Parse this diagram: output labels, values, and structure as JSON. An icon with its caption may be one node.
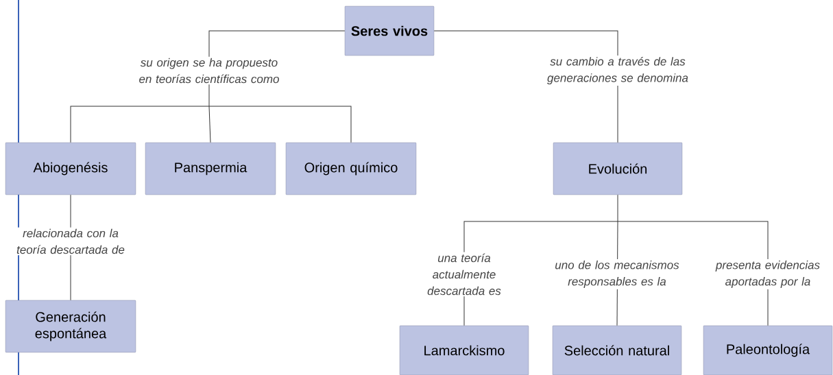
{
  "diagram": {
    "nodes": [
      {
        "text": [
          "Seres vivos"
        ]
      },
      {
        "text": [
          "Abiogenésis"
        ]
      },
      {
        "text": [
          "Panspermia"
        ]
      },
      {
        "text": [
          "Origen químico"
        ]
      },
      {
        "text": [
          "Evolución"
        ]
      },
      {
        "text": [
          "Generación espontánea"
        ]
      },
      {
        "text": [
          "Lamarckismo"
        ]
      },
      {
        "text": [
          "Selección natural"
        ]
      },
      {
        "text": [
          "Paleontología"
        ]
      }
    ],
    "edges": [
      {
        "from": 0,
        "to": 1,
        "arrow": "none"
      },
      {
        "from": 0,
        "to": 2,
        "arrow": "none",
        "label": "su origen se ha propuesto en teorías científicas como"
      },
      {
        "from": 0,
        "to": 3,
        "arrow": "none"
      },
      {
        "from": 0,
        "to": 4,
        "arrow": "none",
        "label": "su cambio a través de las generaciones se denomina"
      },
      {
        "from": 1,
        "to": 5,
        "arrow": "none",
        "label": "relacionada con la teoría descartada de"
      },
      {
        "from": 4,
        "to": 6,
        "arrow": "none",
        "label": "una teoría actualmente descartada es"
      },
      {
        "from": 4,
        "to": 7,
        "arrow": "none",
        "label": "uno de los mecanismos responsables es la"
      },
      {
        "from": 4,
        "to": 8,
        "arrow": "none",
        "label": "presenta evidencias aportadas por la"
      }
    ]
  }
}
